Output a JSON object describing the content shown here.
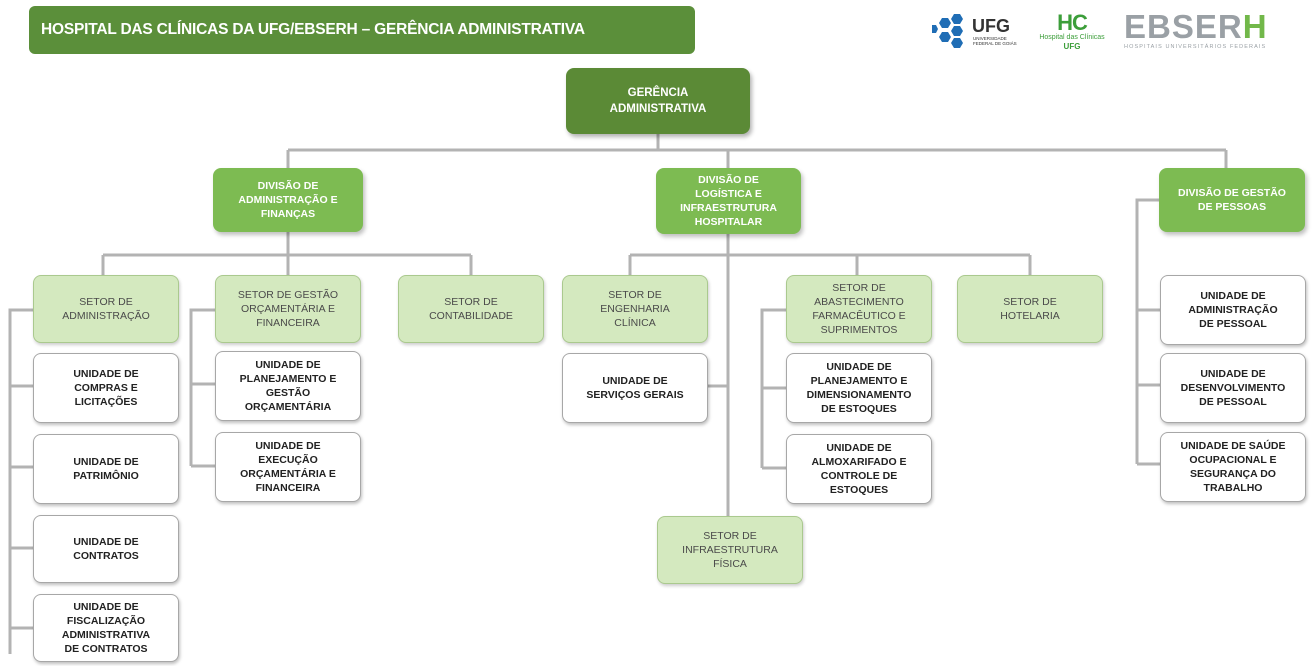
{
  "header": {
    "title": "HOSPITAL DAS CLÍNICAS DA UFG/EBSERH – GERÊNCIA ADMINISTRATIVA"
  },
  "logos": {
    "ufg": {
      "name": "UFG",
      "sub1": "UNIVERSIDADE",
      "sub2": "FEDERAL DE GOIÁS"
    },
    "hc": {
      "name": "HC",
      "sub": "Hospital das Clínicas",
      "org": "UFG"
    },
    "ebserh": {
      "name": "EBSER",
      "name_accent": "H",
      "sub": "HOSPITAIS UNIVERSITÁRIOS FEDERAIS"
    }
  },
  "colors": {
    "header": "#5b8f3a",
    "top": "#5b8a36",
    "division": "#7dbb52",
    "sector": "#d4e9bf",
    "unit": "#ffffff",
    "connector": "#b3b3b3"
  },
  "org": {
    "root": [
      "GERÊNCIA",
      "ADMINISTRATIVA"
    ],
    "div_admin": [
      "DIVISÃO DE",
      "ADMINISTRAÇÃO E",
      "FINANÇAS"
    ],
    "div_log": [
      "DIVISÃO DE",
      "LOGÍSTICA E",
      "INFRAESTRUTURA",
      "HOSPITALAR"
    ],
    "div_pessoas": [
      "DIVISÃO DE GESTÃO",
      "DE PESSOAS"
    ],
    "setor_admin": [
      "SETOR DE",
      "ADMINISTRAÇÃO"
    ],
    "setor_orc": [
      "SETOR DE GESTÃO",
      "ORÇAMENTÁRIA E",
      "FINANCEIRA"
    ],
    "setor_cont": [
      "SETOR DE",
      "CONTABILIDADE"
    ],
    "setor_eng": [
      "SETOR DE",
      "ENGENHARIA",
      "CLÍNICA"
    ],
    "setor_farm": [
      "SETOR DE",
      "ABASTECIMENTO",
      "FARMACÊUTICO E",
      "SUPRIMENTOS"
    ],
    "setor_hot": [
      "SETOR DE",
      "HOTELARIA"
    ],
    "setor_infra": [
      "SETOR DE",
      "INFRAESTRUTURA",
      "FÍSICA"
    ],
    "un_compras": [
      "UNIDADE DE",
      "COMPRAS E",
      "LICITAÇÕES"
    ],
    "un_patrimonio": [
      "UNIDADE DE",
      "PATRIMÔNIO"
    ],
    "un_contratos": [
      "UNIDADE DE",
      "CONTRATOS"
    ],
    "un_fiscal": [
      "UNIDADE DE",
      "FISCALIZAÇÃO",
      "ADMINISTRATIVA",
      "DE CONTRATOS"
    ],
    "un_plan_orc": [
      "UNIDADE DE",
      "PLANEJAMENTO E",
      "GESTÃO",
      "ORÇAMENTÁRIA"
    ],
    "un_exec_orc": [
      "UNIDADE DE",
      "EXECUÇÃO",
      "ORÇAMENTÁRIA E",
      "FINANCEIRA"
    ],
    "un_servicos": [
      "UNIDADE DE",
      "SERVIÇOS GERAIS"
    ],
    "un_plan_est": [
      "UNIDADE DE",
      "PLANEJAMENTO E",
      "DIMENSIONAMENTO",
      "DE ESTOQUES"
    ],
    "un_almox": [
      "UNIDADE DE",
      "ALMOXARIFADO E",
      "CONTROLE DE",
      "ESTOQUES"
    ],
    "un_adm_pes": [
      "UNIDADE DE",
      "ADMINISTRAÇÃO",
      "DE PESSOAL"
    ],
    "un_desenv": [
      "UNIDADE DE",
      "DESENVOLVIMENTO",
      "DE PESSOAL"
    ],
    "un_saude": [
      "UNIDADE DE SAÚDE",
      "OCUPACIONAL E",
      "SEGURANÇA DO",
      "TRABALHO"
    ]
  }
}
